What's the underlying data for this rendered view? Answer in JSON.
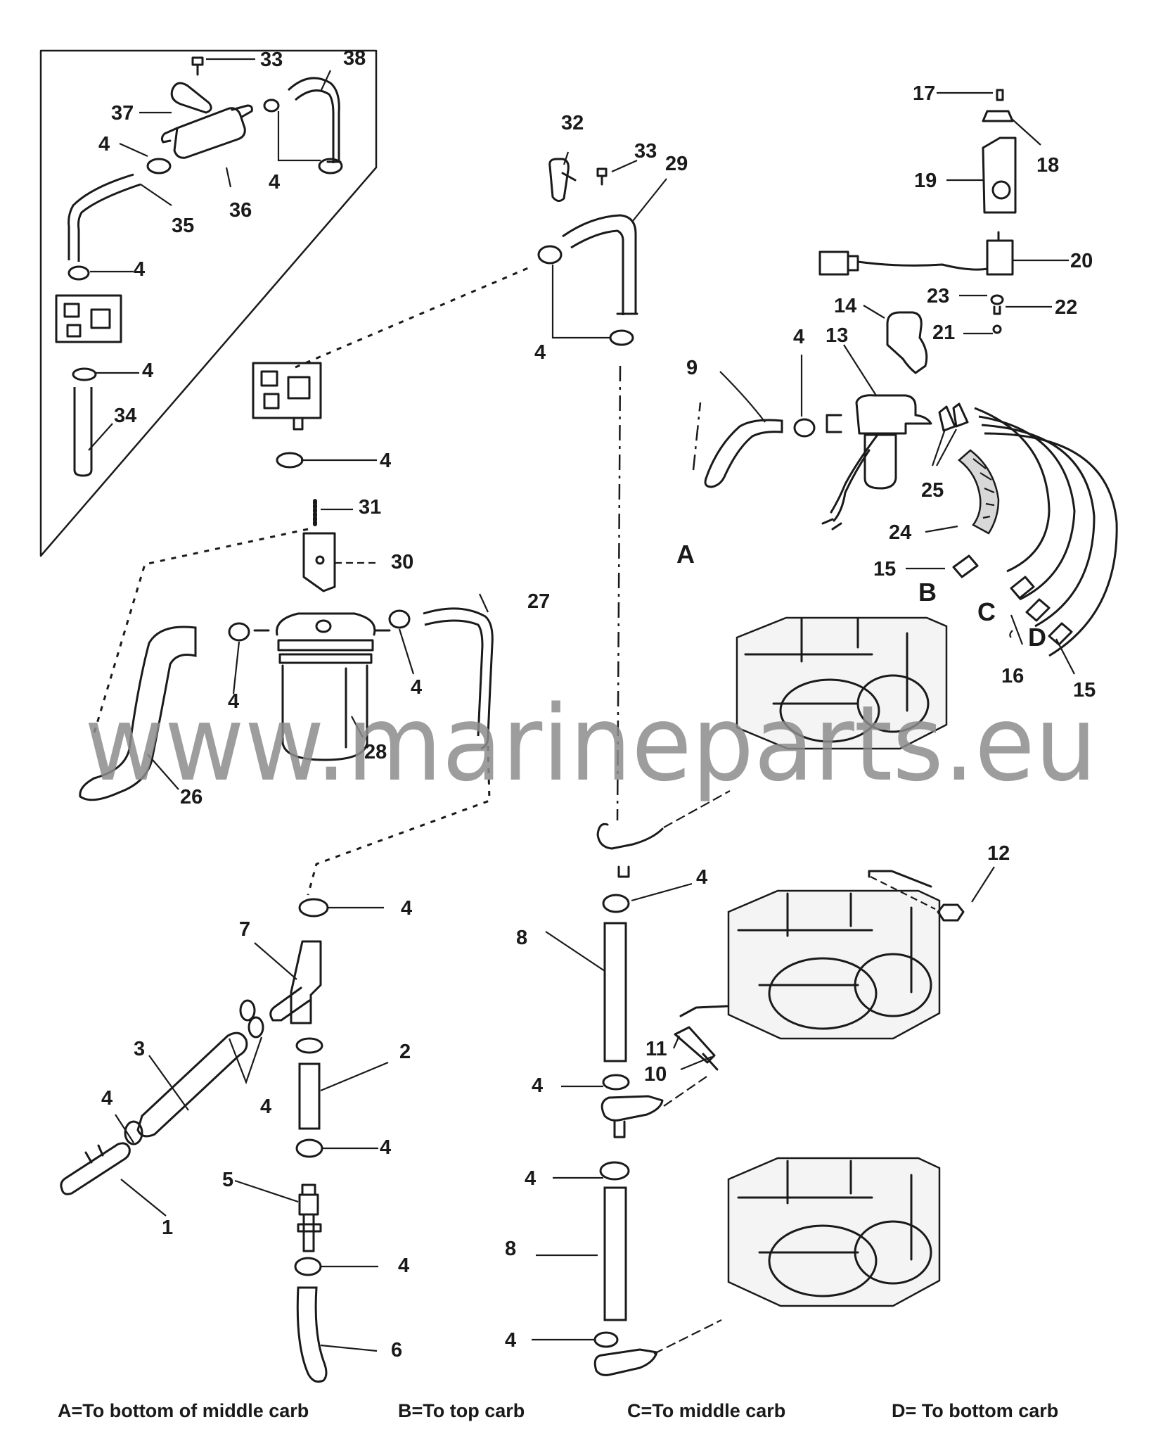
{
  "diagram": {
    "callouts": {
      "c1": "1",
      "c2": "2",
      "c3": "3",
      "c4a": "4",
      "c4b": "4",
      "c4c": "4",
      "c4d": "4",
      "c4e": "4",
      "c4f": "4",
      "c4g": "4",
      "c4h": "4",
      "c4i": "4",
      "c4j": "4",
      "c4k": "4",
      "c4l": "4",
      "c4m": "4",
      "c4n": "4",
      "c4o": "4",
      "c4p": "4",
      "c4q": "4",
      "c5": "5",
      "c6": "6",
      "c7": "7",
      "c8a": "8",
      "c8b": "8",
      "c9": "9",
      "c10": "10",
      "c11": "11",
      "c12": "12",
      "c13": "13",
      "c14": "14",
      "c15a": "15",
      "c15b": "15",
      "c16": "16",
      "c17": "17",
      "c18": "18",
      "c19": "19",
      "c20": "20",
      "c21": "21",
      "c22": "22",
      "c23": "23",
      "c24": "24",
      "c25": "25",
      "c26": "26",
      "c27": "27",
      "c28": "28",
      "c29": "29",
      "c30": "30",
      "c31": "31",
      "c32": "32",
      "c33a": "33",
      "c33b": "33",
      "c34": "34",
      "c35": "35",
      "c36": "36",
      "c37": "37",
      "c38": "38"
    },
    "letters": {
      "a": "A",
      "b": "B",
      "c": "C",
      "d": "D"
    },
    "legend": {
      "a": "A=To bottom of middle carb",
      "b": "B=To top carb",
      "c": "C=To middle carb",
      "d": "D= To bottom carb"
    },
    "watermark": "www.marineparts.eu"
  }
}
